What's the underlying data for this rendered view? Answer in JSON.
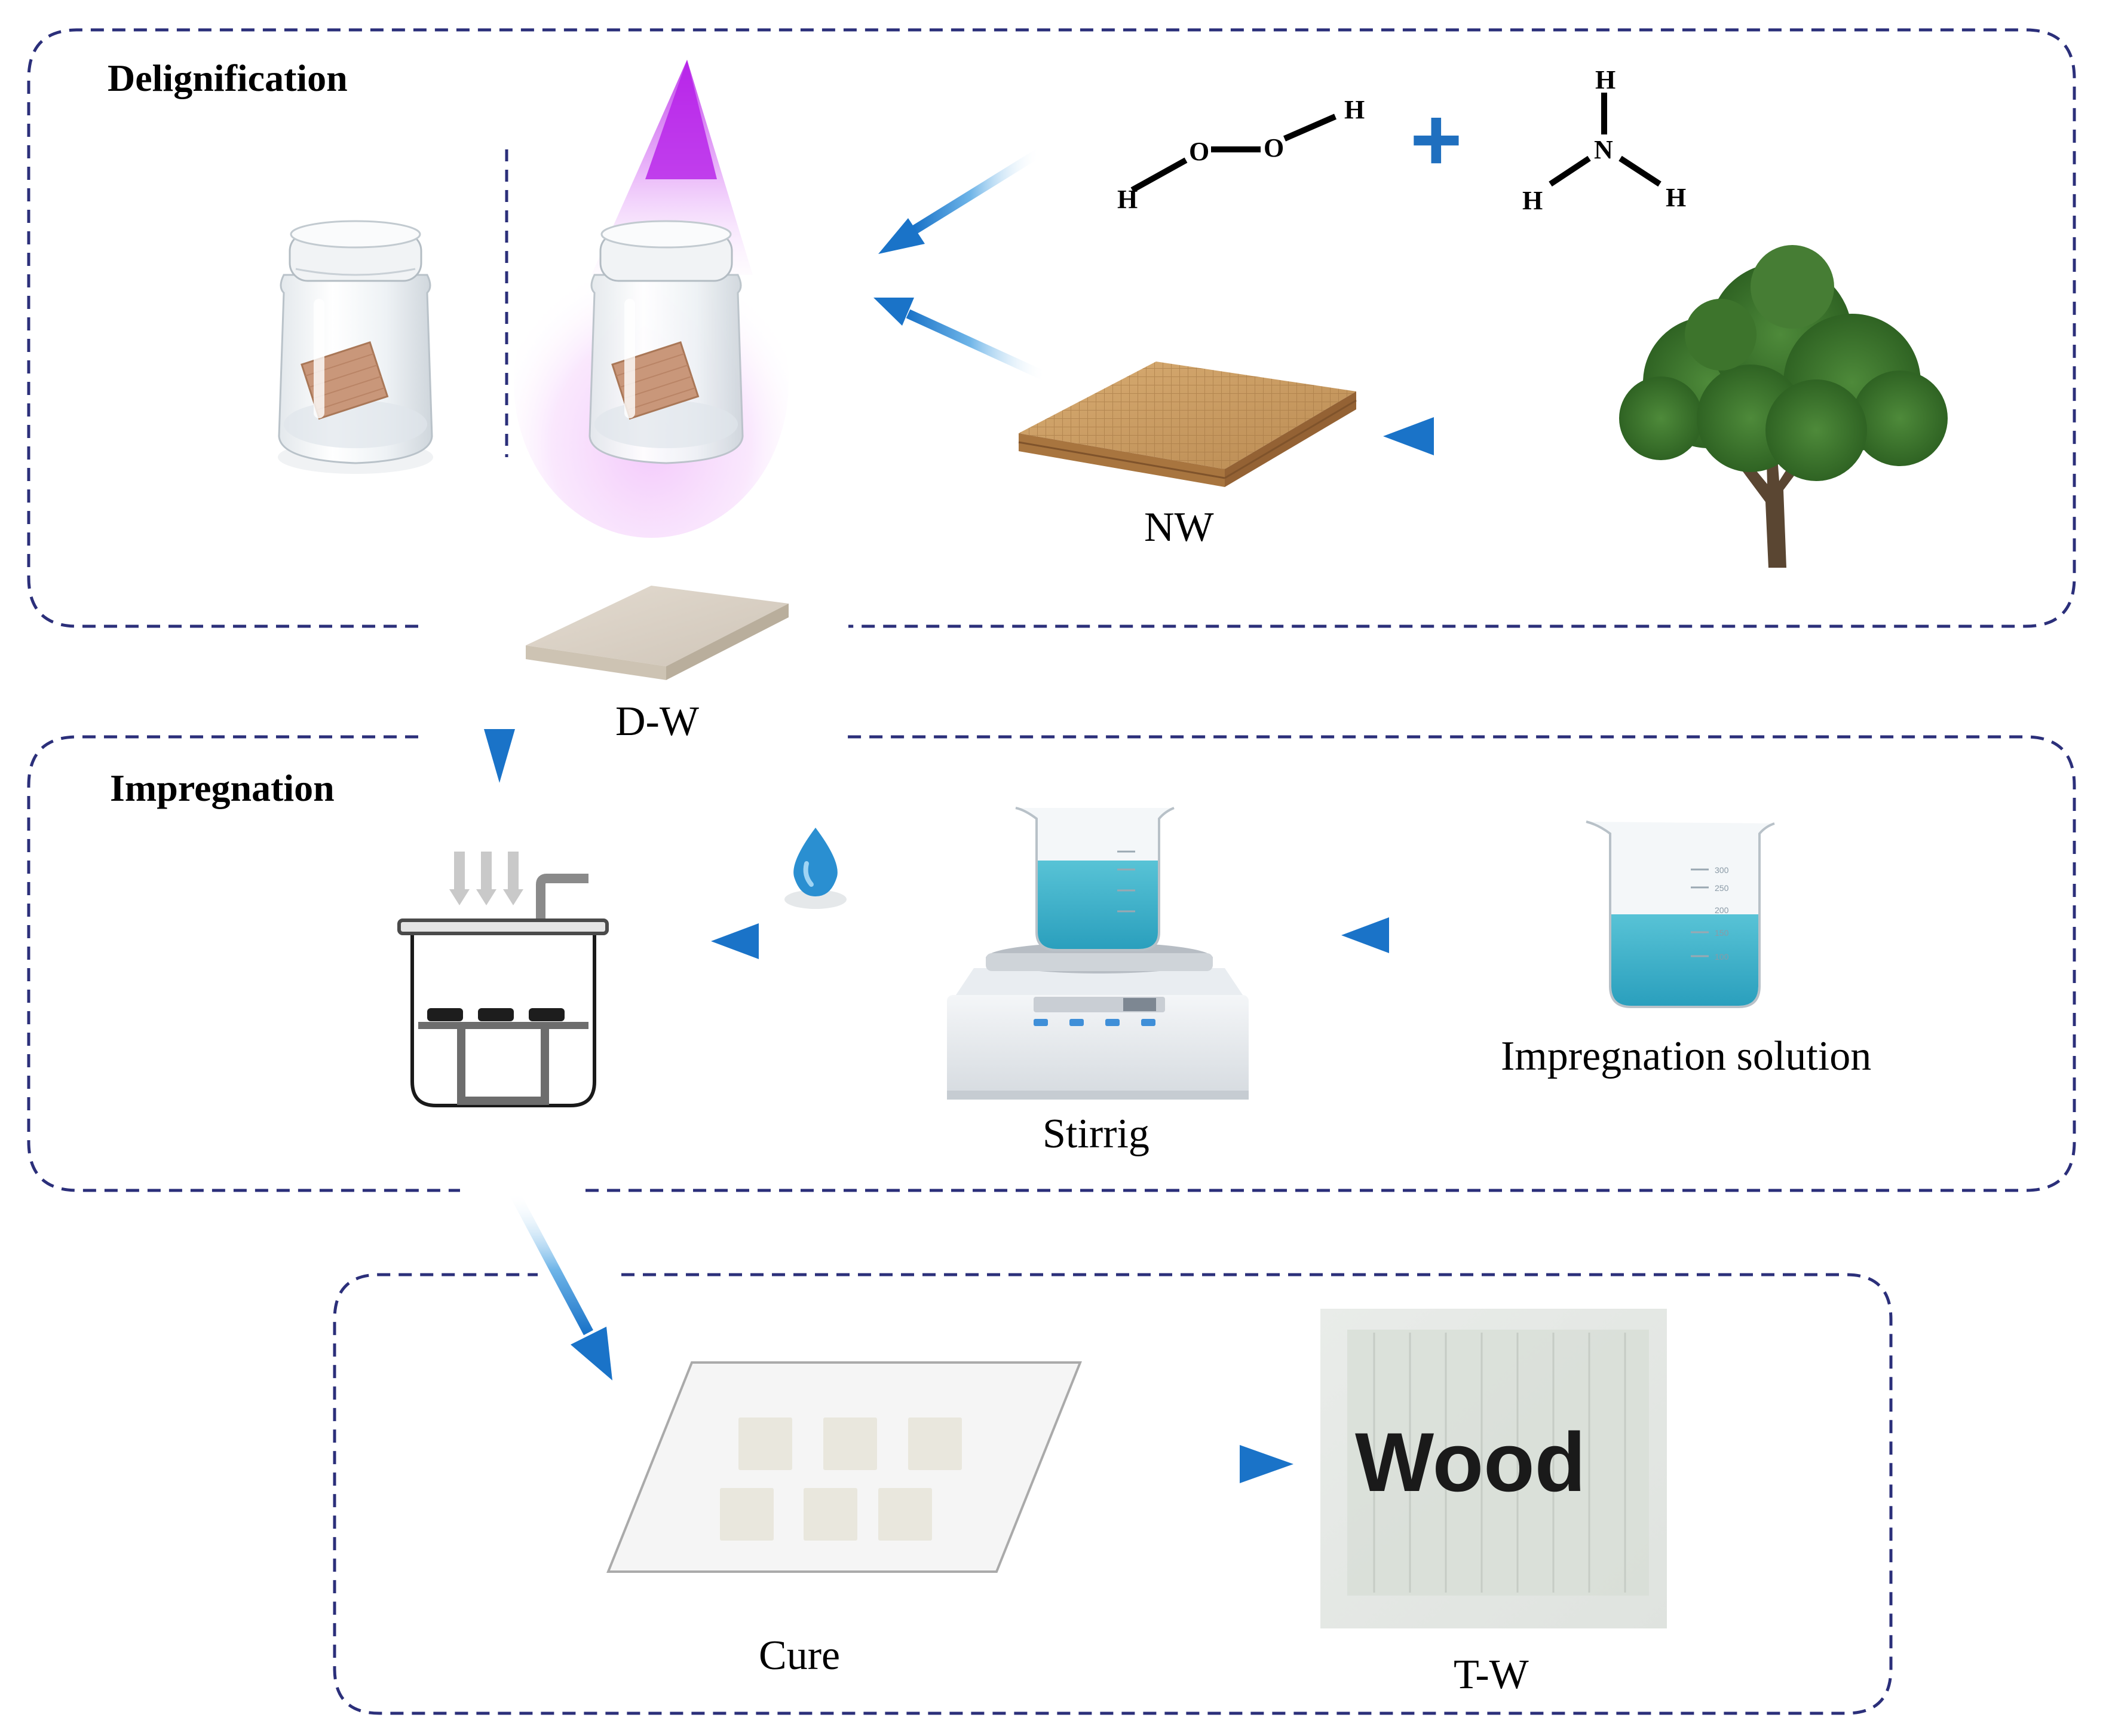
{
  "sections": {
    "delignification": {
      "title": "Delignification"
    },
    "impregnation": {
      "title": "Impregnation"
    }
  },
  "labels": {
    "nw": "NW",
    "dw": "D-W",
    "stirring": "Stirrig",
    "impregnation_solution": "Impregnation solution",
    "cure": "Cure",
    "tw": "T-W",
    "wood_text": "Wood"
  },
  "chemicals": {
    "peroxide_atoms": [
      "H",
      "O",
      "O",
      "H"
    ],
    "ammonia_atoms": [
      "H",
      "N",
      "H",
      "H"
    ],
    "plus": "+"
  },
  "beaker_ticks": [
    "300",
    "250",
    "200",
    "150",
    "100"
  ],
  "colors": {
    "border": "#2b2f7a",
    "arrow": "#1a73c8",
    "liquid": "#39b2c9",
    "uv": "#c03cf0",
    "wood": "#c89a62"
  },
  "icons": {
    "tree": "tree-icon",
    "jar": "glass-jar-icon",
    "uv_light": "uv-light-icon",
    "drop": "water-drop-icon",
    "stirrer": "magnetic-stirrer-icon",
    "vacuum": "vacuum-chamber-icon"
  }
}
